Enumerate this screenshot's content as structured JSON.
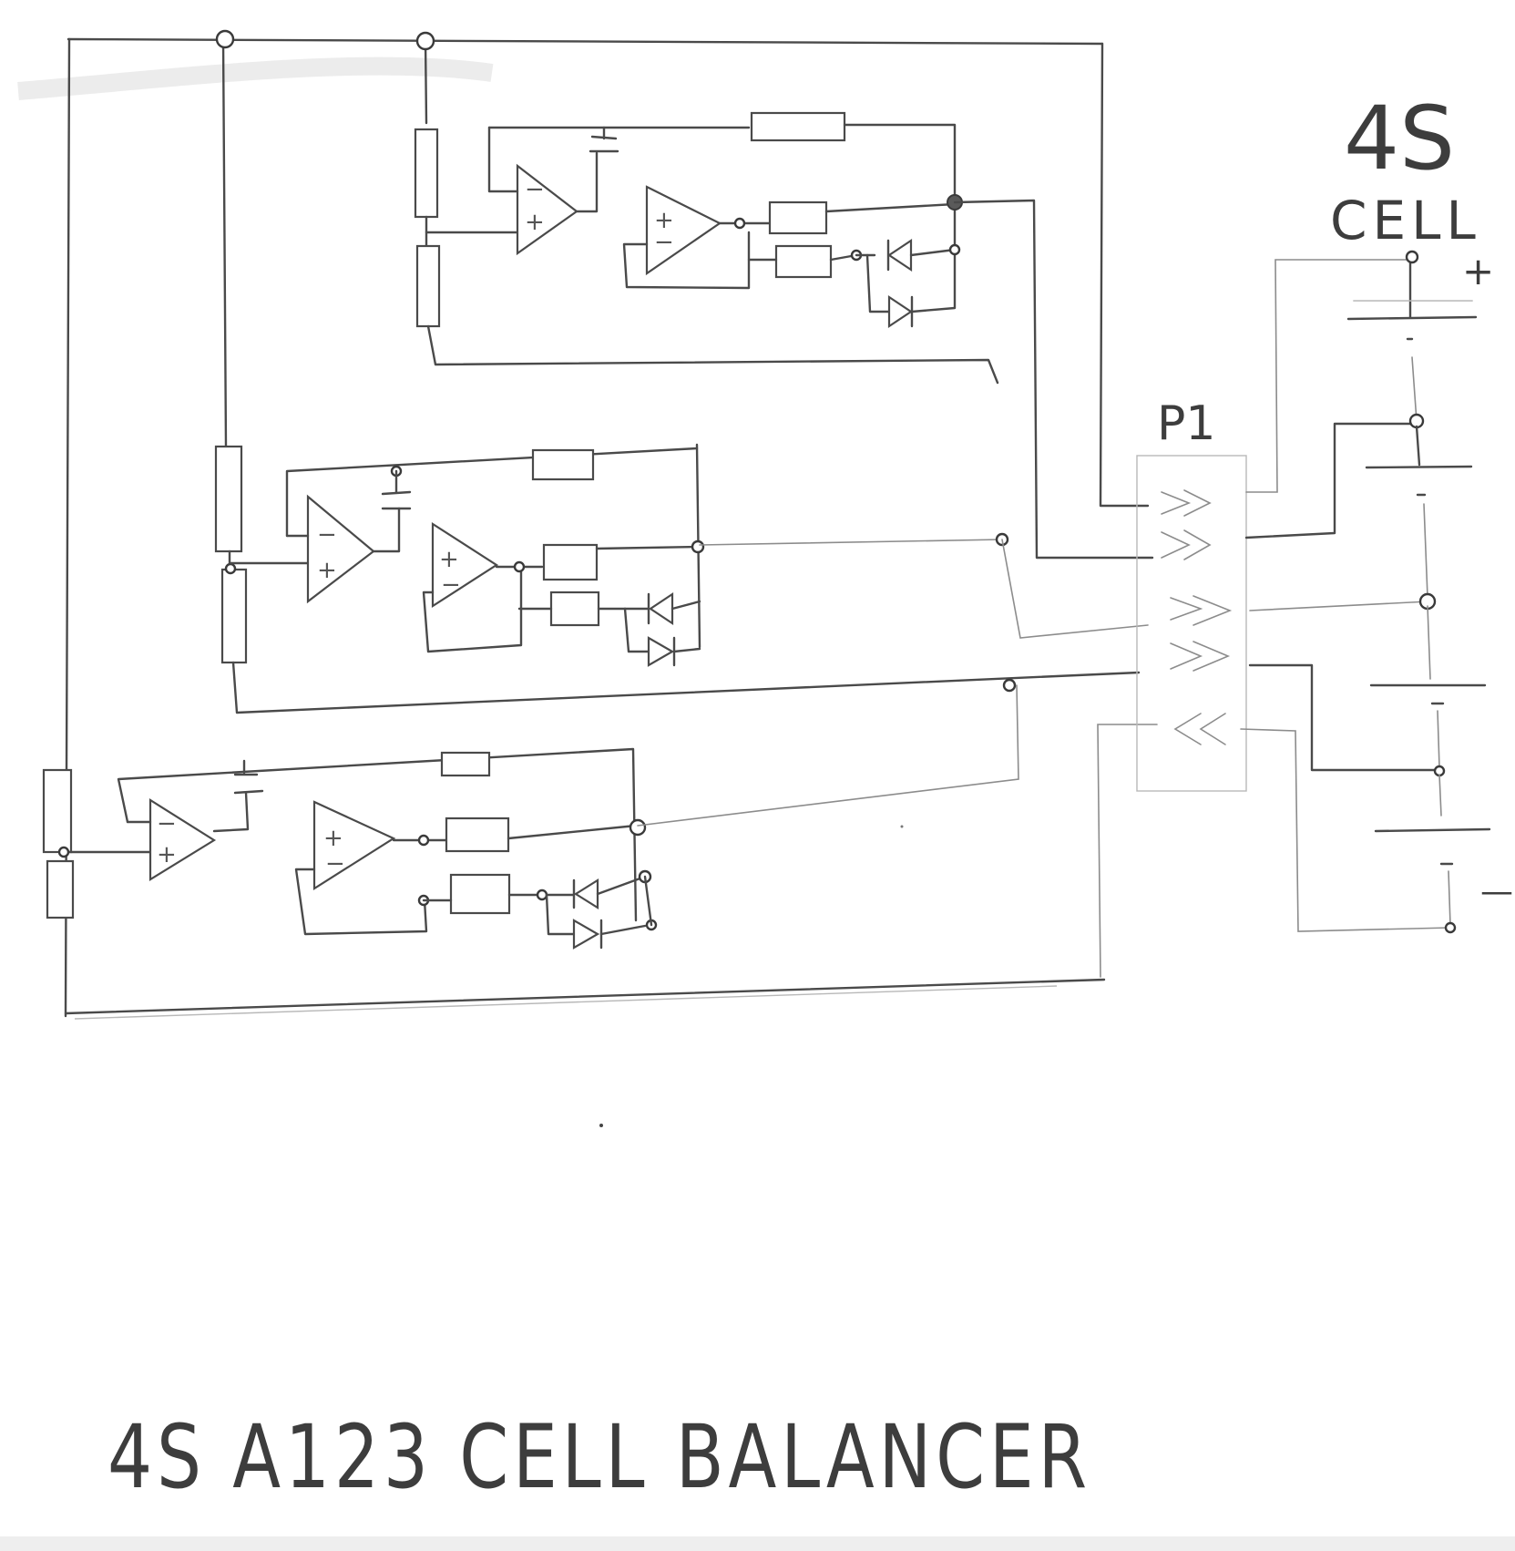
{
  "labels": {
    "title": "4S A123 CELL BALANCER",
    "pack_count": "4S",
    "pack_word": "CELL",
    "connector_ref": "P1",
    "pack_positive": "+",
    "pack_negative": "—"
  },
  "colors": {
    "paper": "#ffffff",
    "pencil": "#4a4a4a",
    "faint_pencil": "#8c8c8c"
  },
  "icons": [
    "op-amp-icon",
    "resistor-icon",
    "diode-icon",
    "capacitor-icon",
    "battery-cell-icon",
    "connector-icon"
  ]
}
